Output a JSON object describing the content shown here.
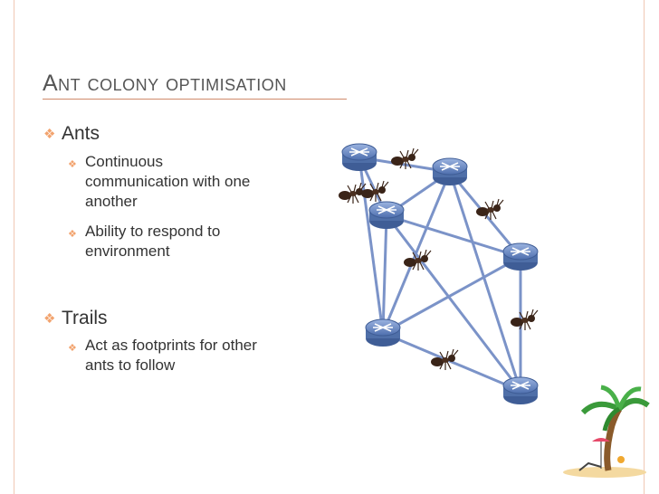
{
  "slide": {
    "title": "Ant colony optimisation",
    "bullets": [
      {
        "label": "Ants",
        "subs": [
          "Continuous communication with one another",
          "Ability to respond to environment"
        ]
      },
      {
        "label": "Trails",
        "subs": [
          "Act as footprints for other ants to follow"
        ]
      }
    ]
  },
  "icons": {
    "bullet": "diamond-bullet-icon",
    "router": "router-icon",
    "ant": "ant-icon",
    "decoration": "palm-tree-beach-icon"
  },
  "colors": {
    "accent": "#f2a36e",
    "link": "#7b93c8",
    "router": "#5f7fb8"
  }
}
